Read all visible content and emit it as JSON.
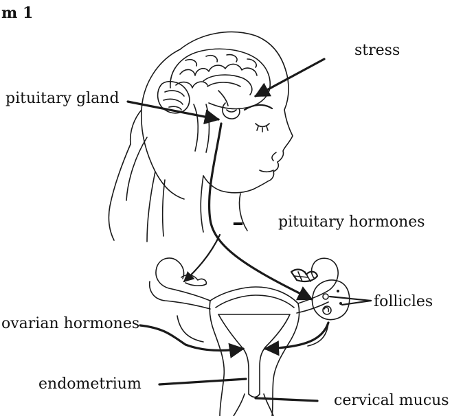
{
  "figure": {
    "title": "m 1"
  },
  "labels": {
    "stress": "stress",
    "pituitary_gland": "pituitary gland",
    "pituitary_hormones": "pituitary hormones",
    "follicles": "follicles",
    "ovarian_hormones": "ovarian hormones",
    "endometrium": "endometrium",
    "cervical_mucus": "cervical mucus"
  },
  "symbols": {
    "minus_sign": "–"
  },
  "colors": {
    "ink": "#1a1a1a",
    "background": "#ffffff"
  }
}
